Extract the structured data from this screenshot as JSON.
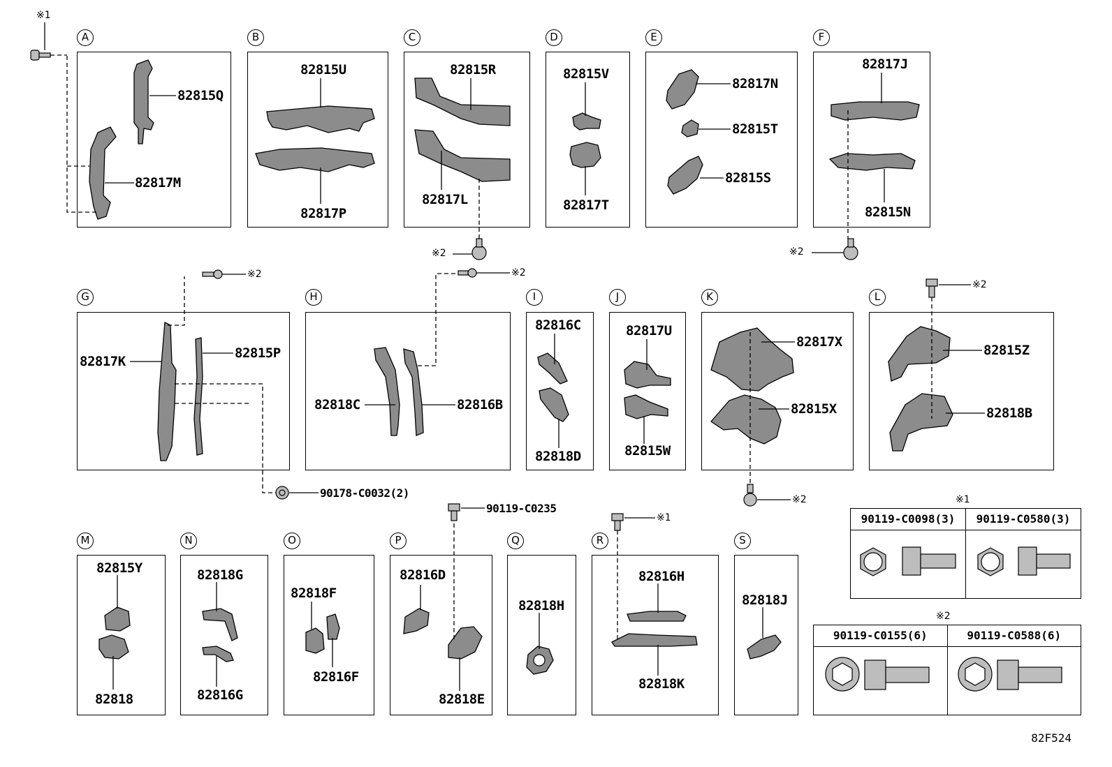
{
  "sections": [
    {
      "letter": "A",
      "parts": [
        "82815Q",
        "82817M"
      ]
    },
    {
      "letter": "B",
      "parts": [
        "82815U",
        "82817P"
      ]
    },
    {
      "letter": "C",
      "parts": [
        "82815R",
        "82817L"
      ]
    },
    {
      "letter": "D",
      "parts": [
        "82815V",
        "82817T"
      ]
    },
    {
      "letter": "E",
      "parts": [
        "82817N",
        "82815T",
        "82815S"
      ]
    },
    {
      "letter": "F",
      "parts": [
        "82817J",
        "82815N"
      ]
    },
    {
      "letter": "G",
      "parts": [
        "82817K",
        "82815P"
      ]
    },
    {
      "letter": "H",
      "parts": [
        "82818C",
        "82816B"
      ]
    },
    {
      "letter": "I",
      "parts": [
        "82816C",
        "82818D"
      ]
    },
    {
      "letter": "J",
      "parts": [
        "82817U",
        "82815W"
      ]
    },
    {
      "letter": "K",
      "parts": [
        "82817X",
        "82815X"
      ]
    },
    {
      "letter": "L",
      "parts": [
        "82815Z",
        "82818B"
      ]
    },
    {
      "letter": "M",
      "parts": [
        "82815Y",
        "82818"
      ]
    },
    {
      "letter": "N",
      "parts": [
        "82818G",
        "82816G"
      ]
    },
    {
      "letter": "O",
      "parts": [
        "82818F",
        "82816F"
      ]
    },
    {
      "letter": "P",
      "parts": [
        "82816D",
        "82818E"
      ]
    },
    {
      "letter": "Q",
      "parts": [
        "82818H"
      ]
    },
    {
      "letter": "R",
      "parts": [
        "82816H",
        "82818K"
      ]
    },
    {
      "letter": "S",
      "parts": [
        "82818J"
      ]
    }
  ],
  "fasteners": {
    "clip_g": "90178-C0032(2)",
    "bolt_p": "90119-C0235"
  },
  "marks": {
    "m1": "※1",
    "m2": "※2"
  },
  "tables": {
    "t1": {
      "mark": "※1",
      "cols": [
        "90119-C0098(3)",
        "90119-C0580(3)"
      ]
    },
    "t2": {
      "mark": "※2",
      "cols": [
        "90119-C0155(6)",
        "90119-C0588(6)"
      ]
    }
  },
  "diagram_code": "82F524"
}
